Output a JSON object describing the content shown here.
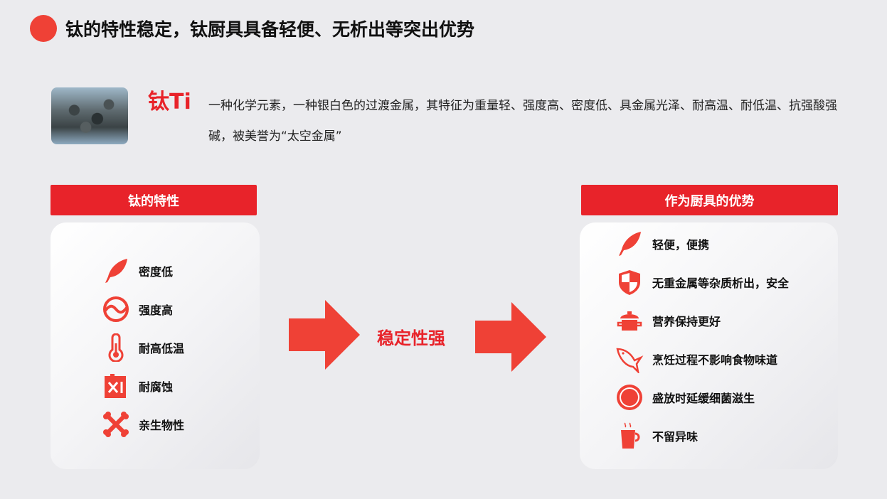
{
  "title": "钛的特性稳定，钛厨具具备轻便、无析出等突出优势",
  "intro": {
    "name": "钛Ti",
    "description": "一种化学元素，一种银白色的过渡金属，其特征为重量轻、强度高、密度低、具金属光泽、耐高温、耐低温、抗强酸强碱，被美誉为“太空金属”"
  },
  "left": {
    "header": "钛的特性",
    "items": [
      {
        "icon": "feather-icon",
        "label": "密度低"
      },
      {
        "icon": "wave-circle-icon",
        "label": "强度高"
      },
      {
        "icon": "thermometer-icon",
        "label": "耐高低温"
      },
      {
        "icon": "chemical-canister-icon",
        "label": "耐腐蚀"
      },
      {
        "icon": "crossbones-icon",
        "label": "亲生物性"
      }
    ]
  },
  "center": "稳定性强",
  "right": {
    "header": "作为厨具的优势",
    "items": [
      {
        "icon": "feather-icon",
        "label": "轻便，便携"
      },
      {
        "icon": "shield-icon",
        "label": "无重金属等杂质析出，安全"
      },
      {
        "icon": "pot-icon",
        "label": "营养保持更好"
      },
      {
        "icon": "fish-icon",
        "label": "烹饪过程不影响食物味道"
      },
      {
        "icon": "plate-icon",
        "label": "盛放时延缓细菌滋生"
      },
      {
        "icon": "cup-icon",
        "label": "不留异味"
      }
    ]
  },
  "colors": {
    "accent": "#e8232a",
    "icon": "#ef4136"
  }
}
